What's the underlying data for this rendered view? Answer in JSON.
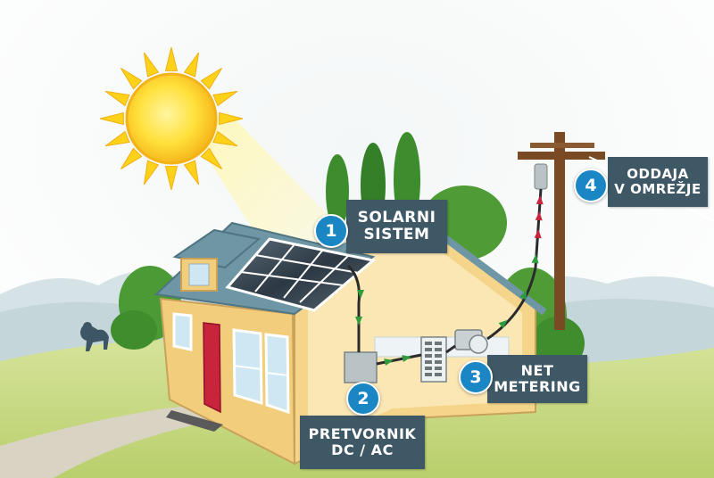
{
  "steps": [
    {
      "number": "1",
      "line1": "SOLARNI",
      "line2": "SISTEM"
    },
    {
      "number": "2",
      "line1": "PRETVORNIK",
      "line2": "DC / AC"
    },
    {
      "number": "3",
      "line1": "NET",
      "line2": "METERING"
    },
    {
      "number": "4",
      "line1": "ODDAJA",
      "line2": "V OMREŽJE"
    }
  ],
  "colors": {
    "label_bg": "#3f5866",
    "badge": "#1b86c4",
    "sun": "#ffd21a",
    "wall": "#f5d58a",
    "roof": "#6f96a4",
    "door": "#c8243c",
    "grass": "#c4d77b",
    "tree": "#3d8d2e",
    "pole": "#7a4a24",
    "wire_arrow": "#2e9b3d",
    "grid_arrow": "#c8243c"
  }
}
